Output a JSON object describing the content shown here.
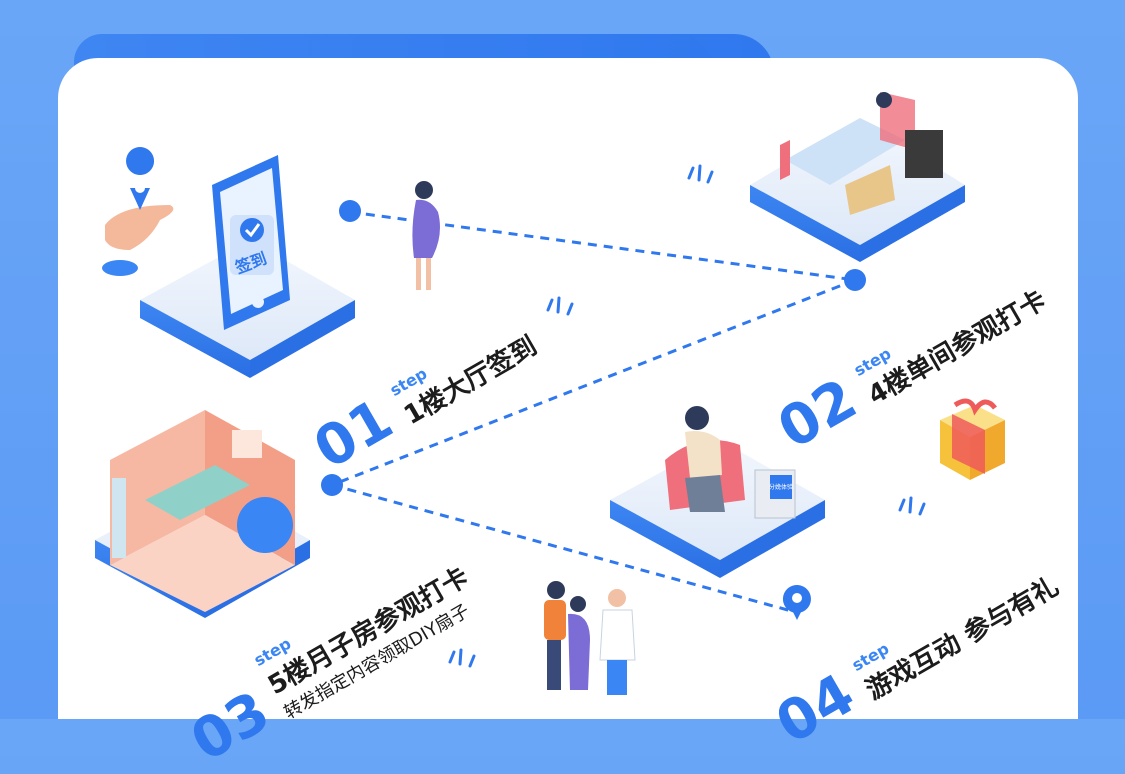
{
  "header": {
    "title": "幸孕现场",
    "subtitle": "时刻爱意"
  },
  "phone_badge": "签到",
  "steps": [
    {
      "number": "01",
      "word": "step",
      "text": "1楼大厅签到",
      "subtext": ""
    },
    {
      "number": "02",
      "word": "step",
      "text": "4楼单间参观打卡",
      "subtext": ""
    },
    {
      "number": "03",
      "word": "step",
      "text": "5楼月子房参观打卡",
      "subtext": "转发指定内容领取DIY扇子"
    },
    {
      "number": "04",
      "word": "step",
      "text": "游戏互动 参与有礼",
      "subtext": ""
    }
  ],
  "device_sign": "分娩体验",
  "colors": {
    "accent": "#2f78ee",
    "background": "#5b9af5",
    "card": "#ffffff"
  },
  "icons": [
    "location-pin-icon",
    "phone-checkin-icon",
    "gift-box-icon",
    "sparkle-icon"
  ]
}
